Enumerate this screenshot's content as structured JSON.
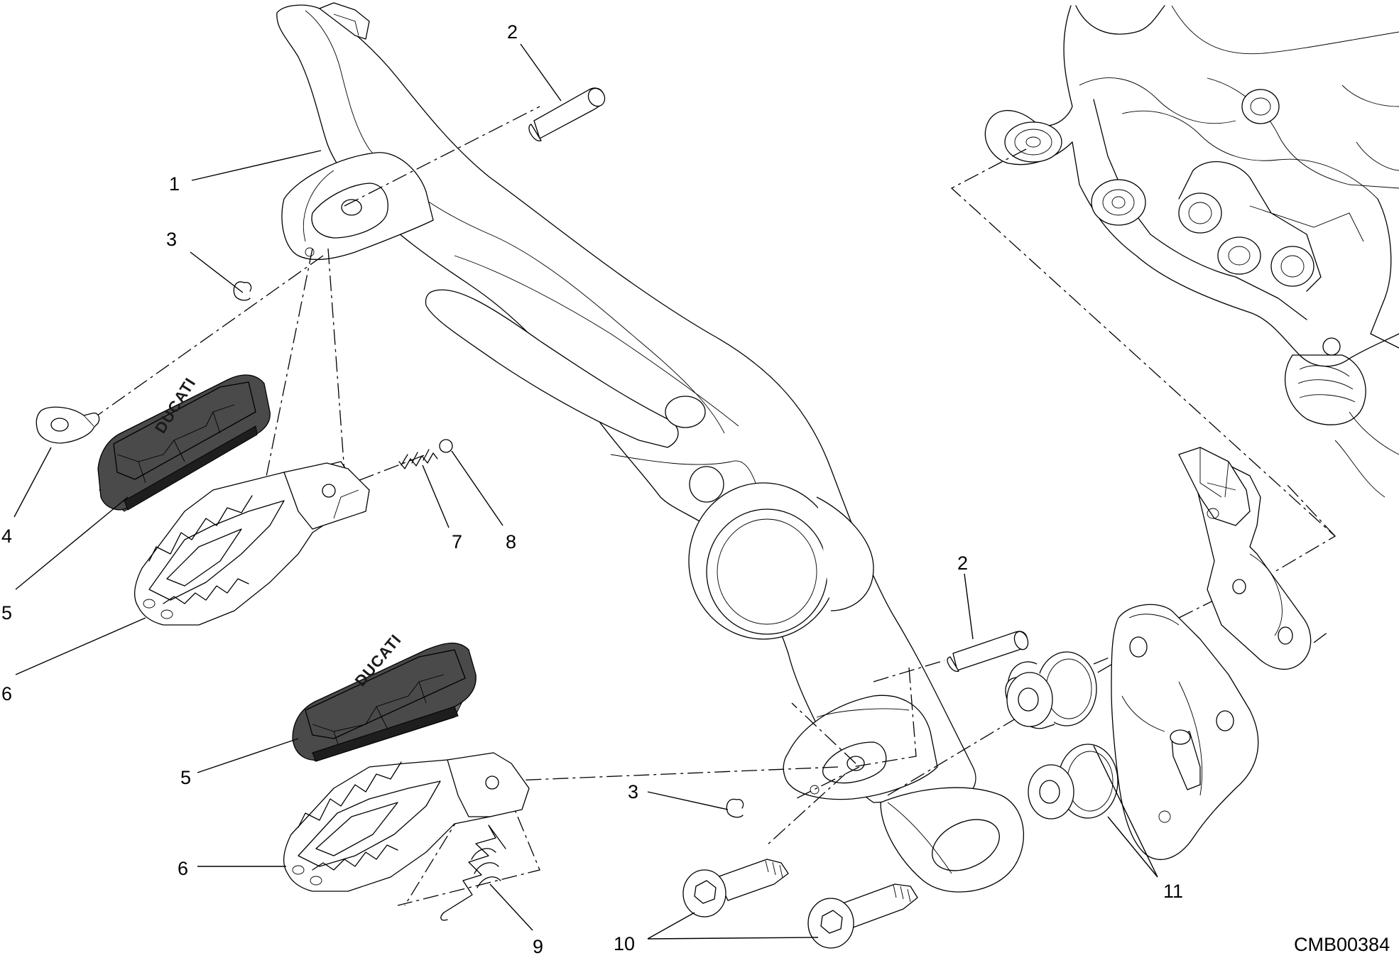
{
  "drawing_code": "CMB00384",
  "brand_mark": "DUCATI",
  "callouts": [
    {
      "id": "c1",
      "text": "1"
    },
    {
      "id": "c2a",
      "text": "2"
    },
    {
      "id": "c2b",
      "text": "2"
    },
    {
      "id": "c3a",
      "text": "3"
    },
    {
      "id": "c3b",
      "text": "3"
    },
    {
      "id": "c4",
      "text": "4"
    },
    {
      "id": "c5a",
      "text": "5"
    },
    {
      "id": "c5b",
      "text": "5"
    },
    {
      "id": "c6a",
      "text": "6"
    },
    {
      "id": "c6b",
      "text": "6"
    },
    {
      "id": "c7",
      "text": "7"
    },
    {
      "id": "c8",
      "text": "8"
    },
    {
      "id": "c9",
      "text": "9"
    },
    {
      "id": "c10",
      "text": "10"
    },
    {
      "id": "c11",
      "text": "11"
    }
  ]
}
